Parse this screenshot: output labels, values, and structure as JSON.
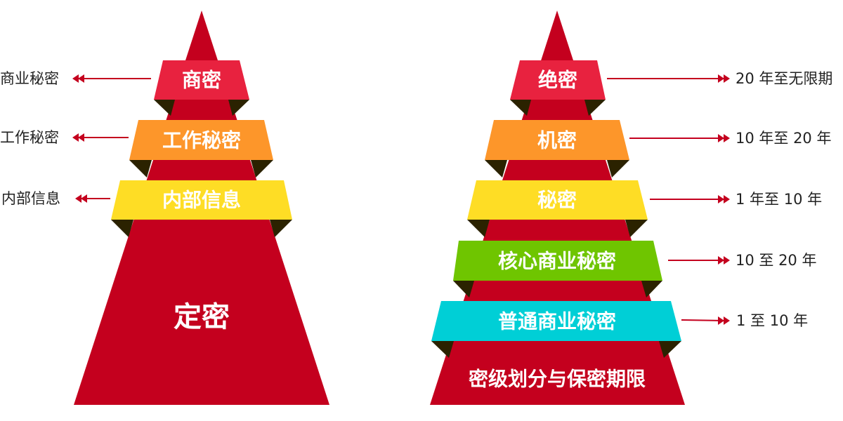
{
  "colors": {
    "pyramid": "#c4001e",
    "fold": "#2b2200",
    "red_band": "#e8223f",
    "orange_band": "#fd962a",
    "yellow_band": "#fedd25",
    "green_band": "#6fc500",
    "cyan_band": "#00cfd6"
  },
  "left_pyramid": {
    "base_label": "定密",
    "bands": [
      {
        "label": "商密",
        "side_label": "商业秘密"
      },
      {
        "label": "工作秘密",
        "side_label": "工作秘密"
      },
      {
        "label": "内部信息",
        "side_label": "内部信息"
      }
    ]
  },
  "right_pyramid": {
    "base_label": "密级划分与保密期限",
    "bands": [
      {
        "label": "绝密",
        "side_label": "20 年至无限期"
      },
      {
        "label": "机密",
        "side_label": "10 年至 20 年"
      },
      {
        "label": "秘密",
        "side_label": "1 年至 10 年"
      },
      {
        "label": "核心商业秘密",
        "side_label": "10 至 20 年"
      },
      {
        "label": "普通商业秘密",
        "side_label": "1 至 10 年"
      }
    ]
  }
}
